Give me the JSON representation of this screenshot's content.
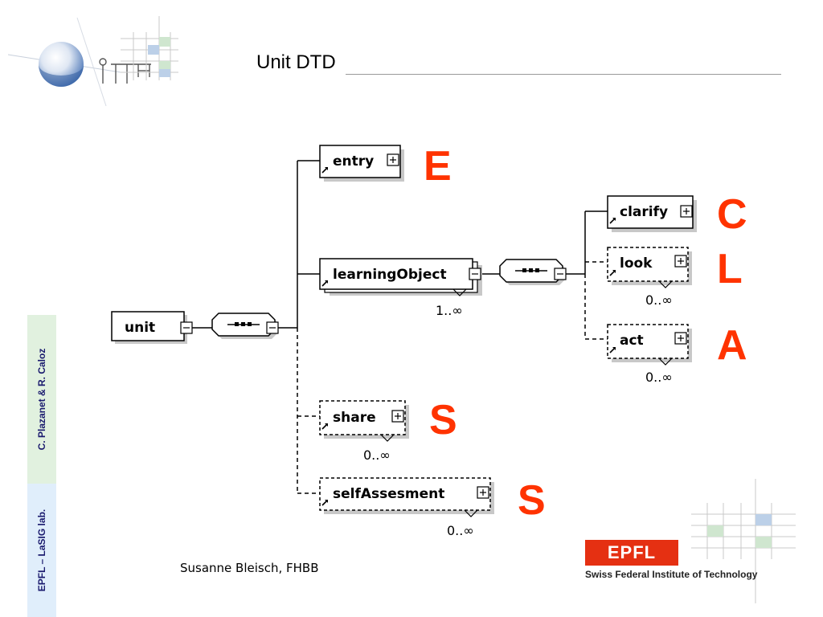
{
  "slide": {
    "title": "Unit DTD",
    "footer_author": "Susanne Bleisch, FHBB",
    "side_authors": "C. Plazanet & R. Caloz",
    "side_lab": "EPFL – LaSIG lab."
  },
  "diagram": {
    "root": "unit",
    "nodes": {
      "entry": "entry",
      "learningObject": "learningObject",
      "share": "share",
      "selfAssesment": "selfAssesment",
      "clarify": "clarify",
      "look": "look",
      "act": "act"
    },
    "cardinalities": {
      "learningObject": "1..∞",
      "share": "0..∞",
      "selfAssesment": "0..∞",
      "look": "0..∞",
      "act": "0..∞"
    },
    "letters": {
      "entry": "E",
      "clarify": "C",
      "look": "L",
      "act": "A",
      "share": "S",
      "selfAssesment": "S"
    }
  },
  "logo": {
    "mark": "EPFL",
    "text": "Swiss Federal Institute of Technology"
  },
  "colors": {
    "accent_letters": "#ff3300",
    "side_band_authors": "#e1f1df",
    "side_band_lab": "#e0eefb"
  }
}
